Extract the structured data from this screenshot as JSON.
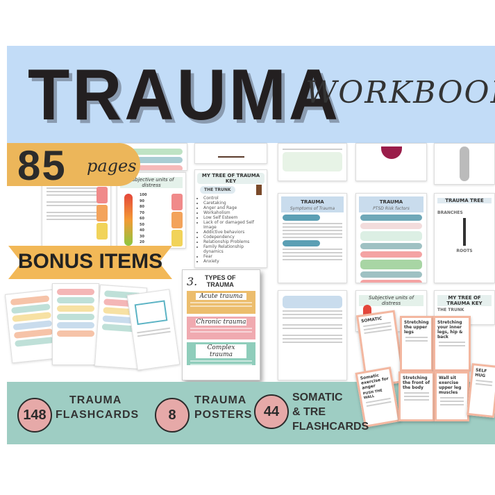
{
  "header": {
    "title": "TRAUMA",
    "subtitle": "WORKBOOK"
  },
  "badge": {
    "count": "85",
    "label": "pages"
  },
  "bonus": {
    "label": "BONUS ITEMS"
  },
  "pages": {
    "tree_key": {
      "title": "MY TREE OF TRAUMA KEY",
      "trunk": "THE TRUNK",
      "items": [
        "Control",
        "Caretaking",
        "Anger and Rage",
        "Workaholism",
        "Low Self Esteem",
        "Lack of or damaged Self Image",
        "Addictive behaviors",
        "Codependency",
        "Relationship Problems",
        "Family Relationship dynamics",
        "Fear",
        "Anxiety"
      ]
    },
    "symptoms": {
      "title": "TRAUMA",
      "subtitle": "Symptoms of Trauma"
    },
    "ptsd": {
      "title": "TRAUMA",
      "subtitle": "PTSD Risk factors"
    },
    "tree": {
      "title": "TRAUMA TREE",
      "branches": "BRANCHES",
      "roots": "ROOTS"
    },
    "distress": {
      "title": "Subjective units of distress",
      "levels": [
        "100",
        "90",
        "80",
        "70",
        "60",
        "50",
        "40",
        "30",
        "20"
      ]
    }
  },
  "poster": {
    "number": "3.",
    "title": "TYPES OF TRAUMA",
    "types": [
      {
        "name": "Acute trauma",
        "color": "#ecbd6d"
      },
      {
        "name": "Chronic trauma",
        "color": "#f0aab0"
      },
      {
        "name": "Complex trauma",
        "color": "#8fcdbb"
      }
    ]
  },
  "flashcards": [
    "Somatic exercise for anger",
    "PUSH THE WALL",
    "Stretching the upper legs",
    "Stretching your inner legs, hip & back",
    "Stretching the front of the body",
    "Wall sit exercise upper leg muscles",
    "SELF HUG"
  ],
  "stats": [
    {
      "count": "148",
      "label1": "TRAUMA",
      "label2": "FLASHCARDS",
      "label3": ""
    },
    {
      "count": "8",
      "label1": "TRAUMA",
      "label2": "POSTERS",
      "label3": ""
    },
    {
      "count": "44",
      "label1": "SOMATIC",
      "label2": "& TRE",
      "label3": "FLASHCARDS"
    }
  ],
  "colors": {
    "header_band": "#c2dcf7",
    "footer_band": "#9ecdc3",
    "badge": "#ecb65a",
    "circle": "#e6a9a8"
  }
}
